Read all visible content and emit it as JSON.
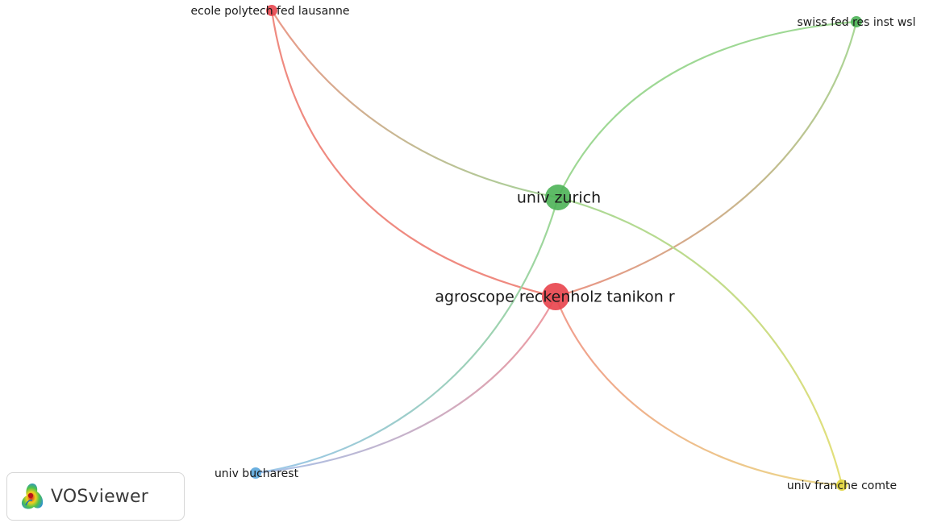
{
  "app": {
    "brand": "VOSviewer",
    "logo_icon": "vosviewer-logo-icon"
  },
  "network": {
    "nodes": [
      {
        "id": "agroscope",
        "label": "agroscope reckenholz tanikon r",
        "cluster": 1,
        "color": "#e8474f",
        "weight": "large"
      },
      {
        "id": "zurich",
        "label": "univ zurich",
        "cluster": 2,
        "color": "#4cb356",
        "weight": "large"
      },
      {
        "id": "epfl",
        "label": "ecole polytech fed lausanne",
        "cluster": 1,
        "color": "#e8474f",
        "weight": "small"
      },
      {
        "id": "wsl",
        "label": "swiss fed res inst wsl",
        "cluster": 2,
        "color": "#4cb356",
        "weight": "small"
      },
      {
        "id": "bucharest",
        "label": "univ bucharest",
        "cluster": 3,
        "color": "#5aa6dc",
        "weight": "small"
      },
      {
        "id": "franche",
        "label": "univ franche comte",
        "cluster": 4,
        "color": "#e1d53a",
        "weight": "small"
      }
    ],
    "links": [
      {
        "source": "epfl",
        "target": "agroscope"
      },
      {
        "source": "epfl",
        "target": "zurich"
      },
      {
        "source": "zurich",
        "target": "wsl"
      },
      {
        "source": "wsl",
        "target": "agroscope"
      },
      {
        "source": "zurich",
        "target": "bucharest"
      },
      {
        "source": "agroscope",
        "target": "bucharest"
      },
      {
        "source": "agroscope",
        "target": "franche"
      },
      {
        "source": "zurich",
        "target": "franche"
      }
    ]
  }
}
